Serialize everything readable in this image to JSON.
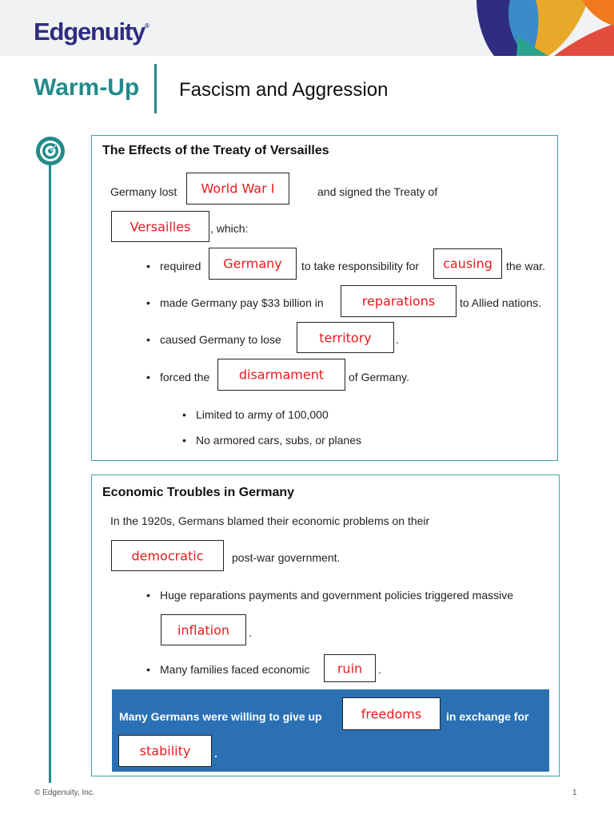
{
  "header": {
    "logo": "Edgenuity",
    "logo_mark": "®",
    "colors": {
      "brand": "#2f2d80",
      "accent": "#238a8a",
      "answer": "#e8191c",
      "banner": "#2a70b3"
    }
  },
  "title": {
    "section": "Warm-Up",
    "lesson": "Fascism and Aggression"
  },
  "section1": {
    "title": "The Effects of the Treaty of Versailles",
    "line1_a": "Germany lost",
    "line1_answer": "World War I",
    "line1_b": "and signed the Treaty of",
    "line2_answer": "Versailles",
    "line2_b": ", which:",
    "b1_a": "required",
    "b1_answer1": "Germany",
    "b1_b": "to take responsibility for",
    "b1_answer2": "causing",
    "b1_c": "the war.",
    "b2_a": "made Germany pay $33 billion in",
    "b2_answer": "reparations",
    "b2_b": "to Allied nations.",
    "b3_a": "caused Germany to lose",
    "b3_answer": "territory",
    "b3_b": ".",
    "b4_a": "forced the",
    "b4_answer": "disarmament",
    "b4_b": "of Germany.",
    "sub1": "Limited to army of 100,000",
    "sub2": "No armored cars, subs, or planes"
  },
  "section2": {
    "title": "Economic Troubles in Germany",
    "line1": "In the 1920s, Germans blamed their economic problems on their",
    "line2_answer": "democratic",
    "line2_b": "post-war government.",
    "b1_a": "Huge reparations payments and government policies triggered massive",
    "b1_answer": "inflation",
    "b1_b": ".",
    "b2_a": "Many families faced economic",
    "b2_answer": "ruin",
    "b2_b": ".",
    "banner_a": "Many Germans were willing to give up",
    "banner_answer1": "freedoms",
    "banner_b": "in exchange for",
    "banner_answer2": "stability",
    "banner_c": "."
  },
  "footer": {
    "copyright": "© Edgenuity, Inc.",
    "page": "1"
  }
}
